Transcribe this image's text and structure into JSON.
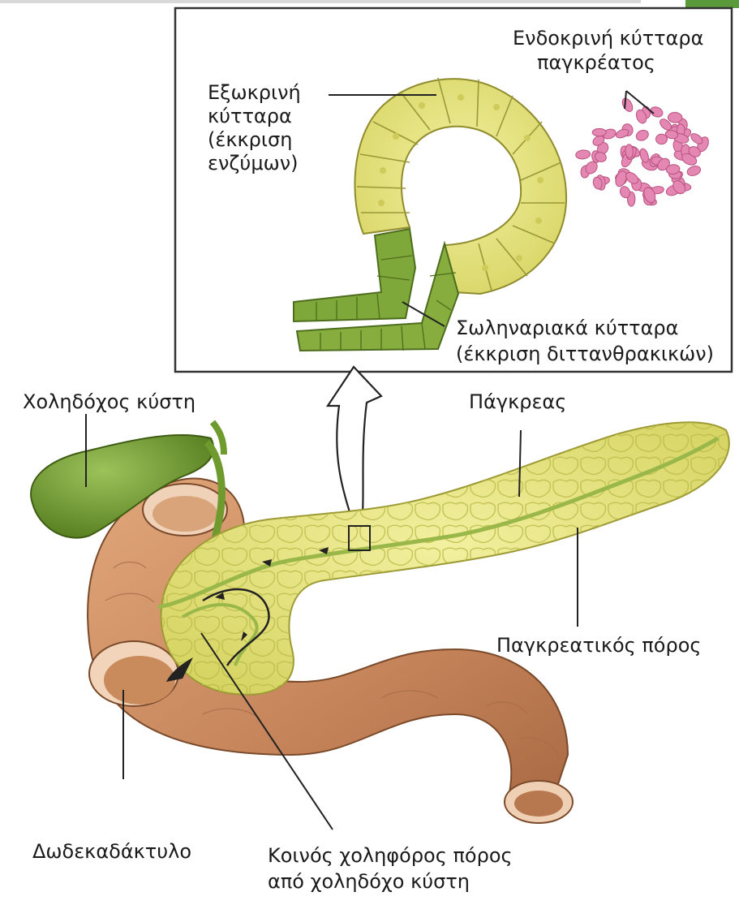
{
  "labels": {
    "endocrine": [
      "Ενδοκρινή κύτταρα",
      "παγκρέατος"
    ],
    "exocrine": [
      "Εξωκρινή",
      "κύτταρα",
      "(έκκριση",
      "ενζύμων)"
    ],
    "ductal": [
      "Σωληναριακά κύτταρα",
      "(έκκριση διττανθρακικών)"
    ],
    "gallbladder": "Χοληδόχος κύστη",
    "pancreas": "Πάγκρεας",
    "pancreatic_duct": "Παγκρεατικός πόρος",
    "duodenum": "Δωδεκαδάκτυλο",
    "common_bile_duct": [
      "Κοινός χοληφόρος πόρος",
      "από χοληδόχο κύστη"
    ]
  },
  "colors": {
    "acinar_yellow": "#e9e27a",
    "duct_green": "#7fa83a",
    "islet_pink": "#e487b3",
    "pancreas_yellow": "#dfe27a",
    "duodenum_orange": "#c98a5c",
    "gallbladder_green": "#6f9a2e"
  }
}
